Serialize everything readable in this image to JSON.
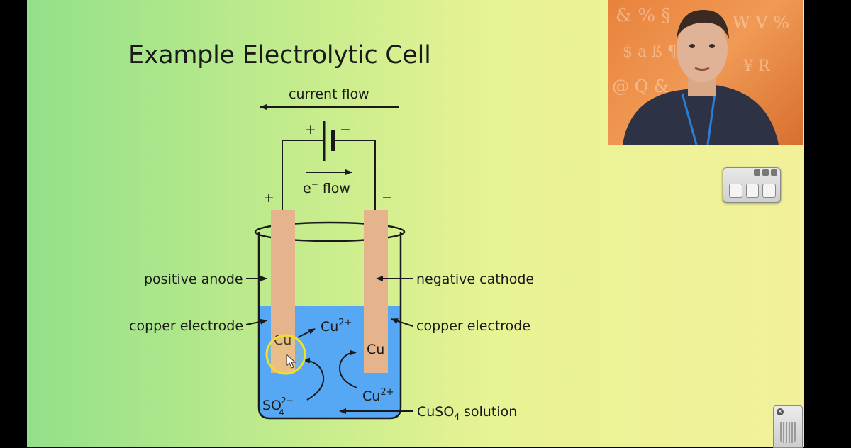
{
  "slide": {
    "title": "Example Electrolytic Cell",
    "labels": {
      "current_flow": "current flow",
      "e_flow_prefix": "e",
      "e_flow_sup": "−",
      "e_flow_suffix": " flow",
      "battery_plus": "+",
      "battery_minus": "−",
      "terminal_plus": "+",
      "terminal_minus": "−",
      "positive_anode": "positive anode",
      "negative_cathode": "negative cathode",
      "copper_electrode_left": "copper electrode",
      "copper_electrode_right": "copper electrode",
      "cu_left": "Cu",
      "cu_right": "Cu",
      "cu2_top": "Cu",
      "cu2_top_sup": "2+",
      "cu2_bottom": "Cu",
      "cu2_bottom_sup": "2+",
      "so4": "SO",
      "so4_sub": "4",
      "so4_sup": "2−",
      "solution_a": "CuSO",
      "solution_sub": "4",
      "solution_b": " solution"
    },
    "colors": {
      "solution": "#56a8f5",
      "electrode": "#e6b48c",
      "highlight": "#f2e11e"
    }
  },
  "overlays": {
    "webcam": "presenter webcam feed",
    "toolbar_icons": [
      "pen-icon",
      "eraser-icon",
      "pointer-icon"
    ],
    "trash_icon": "trash-icon"
  }
}
